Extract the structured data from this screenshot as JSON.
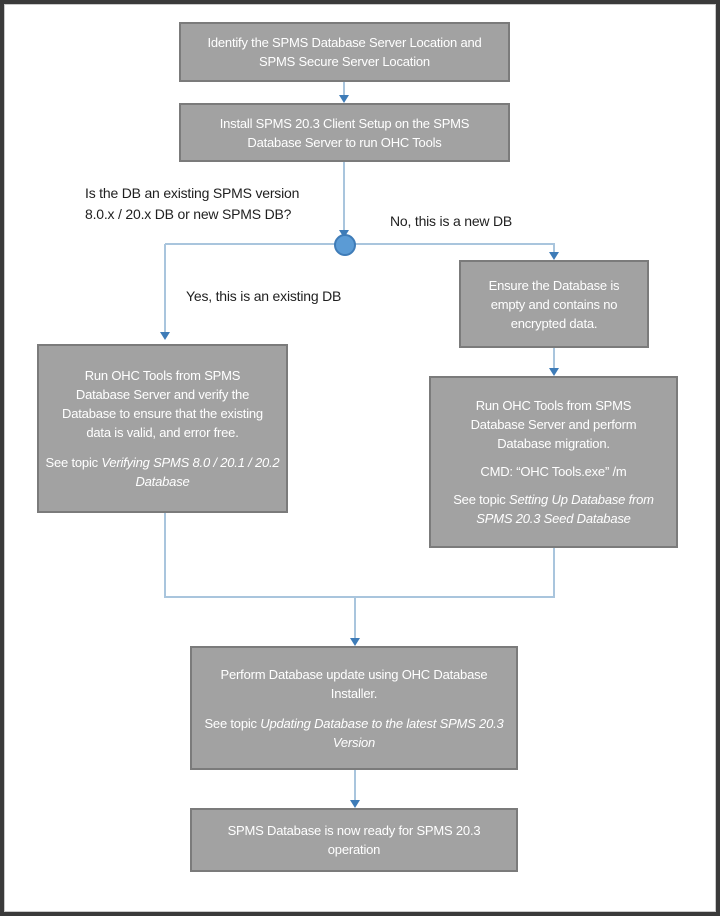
{
  "colors": {
    "frame": "#3a3a3a",
    "box_fill": "#a2a2a2",
    "box_border": "#7b7b7b",
    "connector": "#a9c5dd",
    "arrow": "#3e7cb8",
    "circle_fill": "#5b9bd5",
    "circle_border": "#3f7cb8"
  },
  "labels": {
    "question_line1": "Is the DB an existing SPMS version",
    "question_line2": "8.0.x / 20.x DB or new SPMS DB?",
    "no_branch": "No, this is a new DB",
    "yes_branch": "Yes, this is an existing DB"
  },
  "nodes": {
    "identify": {
      "lines": [
        "Identify the SPMS Database Server Location and",
        "SPMS Secure Server Location"
      ]
    },
    "install": {
      "lines": [
        "Install SPMS 20.3 Client Setup on the SPMS",
        "Database Server to run OHC Tools"
      ]
    },
    "ensure": {
      "lines": [
        "Ensure the Database is",
        "empty and contains no",
        "encrypted data."
      ]
    },
    "verify": {
      "lines": [
        "Run OHC Tools from SPMS",
        "Database Server and verify the",
        "Database to ensure that the existing",
        "data is valid, and error free."
      ],
      "see_prefix": "See topic ",
      "see_italic": "Verifying SPMS 8.0 / 20.1 / 20.2 Database"
    },
    "migrate": {
      "lines": [
        "Run OHC Tools from SPMS",
        "Database Server and perform",
        "Database migration."
      ],
      "cmd": "CMD: “OHC Tools.exe” /m",
      "see_prefix": "See topic ",
      "see_italic": "Setting Up Database from SPMS 20.3 Seed Database"
    },
    "update": {
      "lines": [
        "Perform Database update using OHC Database",
        "Installer."
      ],
      "see_prefix": "See topic ",
      "see_italic": "Updating Database to the latest SPMS 20.3 Version"
    },
    "ready": {
      "lines": [
        "SPMS Database is now ready for SPMS 20.3",
        "operation"
      ]
    }
  }
}
